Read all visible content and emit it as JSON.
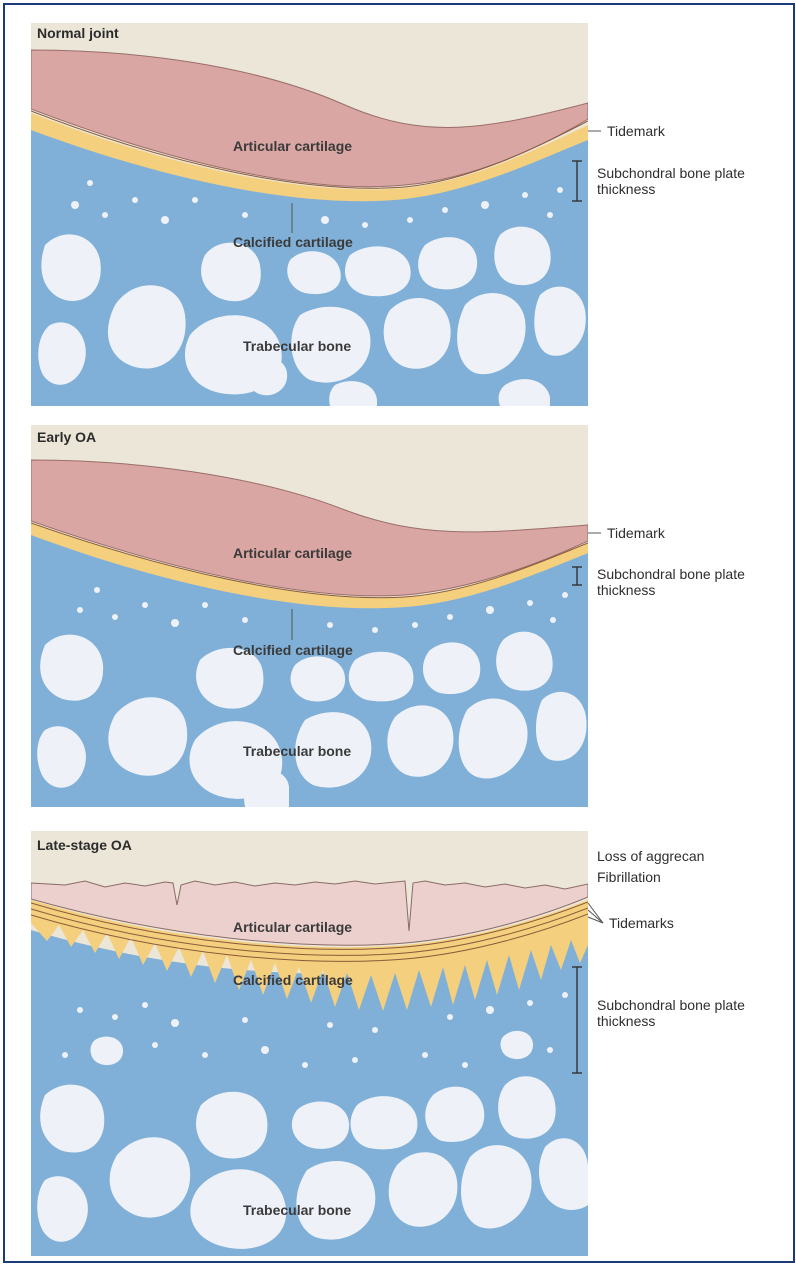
{
  "colors": {
    "background": "#ece6d8",
    "cartilage": "#d9a6a3",
    "cartilage_late": "#ecd0cd",
    "calcified": "#f4cf7d",
    "bone": "#80b0d8",
    "marrow": "#eef2f8",
    "frame_border": "#1a3a78"
  },
  "panels": [
    {
      "title": "Normal joint",
      "articular_cartilage": "Articular cartilage",
      "calcified_cartilage": "Calcified cartilage",
      "trabecular_bone": "Trabecular bone",
      "tidemark": "Tidemark",
      "subchondral": [
        "Subchondral bone plate",
        "thickness"
      ]
    },
    {
      "title": "Early OA",
      "articular_cartilage": "Articular cartilage",
      "calcified_cartilage": "Calcified cartilage",
      "trabecular_bone": "Trabecular bone",
      "tidemark": "Tidemark",
      "subchondral": [
        "Subchondral bone plate",
        "thickness"
      ]
    },
    {
      "title": "Late-stage OA",
      "articular_cartilage": "Articular cartilage",
      "calcified_cartilage": "Calcified cartilage",
      "trabecular_bone": "Trabecular bone",
      "tidemarks": "Tidemarks",
      "loss_of_aggrecan": "Loss of aggrecan",
      "fibrillation": "Fibrillation",
      "subchondral": [
        "Subchondral bone plate",
        "thickness"
      ]
    }
  ]
}
